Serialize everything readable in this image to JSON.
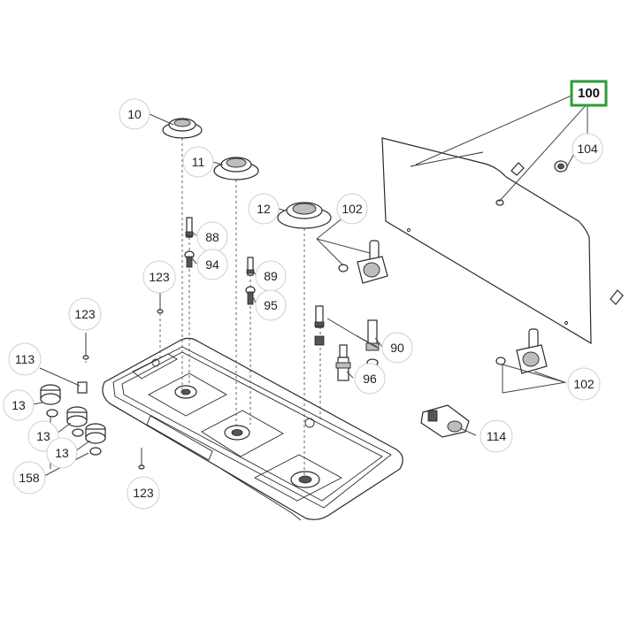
{
  "callouts": {
    "c10": "10",
    "c11": "11",
    "c12": "12",
    "c88": "88",
    "c94": "94",
    "c89": "89",
    "c95": "95",
    "c90": "90",
    "c96": "96",
    "c102a": "102",
    "c102b": "102",
    "c104": "104",
    "c114": "114",
    "c113": "113",
    "c123a": "123",
    "c123b": "123",
    "c123c": "123",
    "c13a": "13",
    "c13b": "13",
    "c13c": "13",
    "c158": "158"
  },
  "highlighted": {
    "label": "100",
    "color": "#2e9a3a"
  }
}
